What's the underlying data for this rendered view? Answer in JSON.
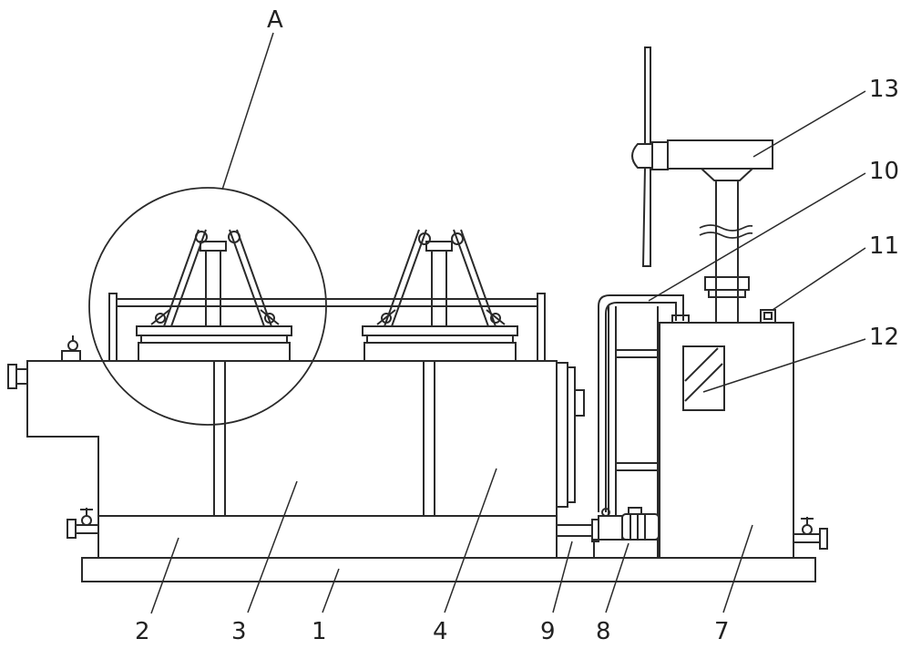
{
  "diagram": {
    "stroke_color": "#2a2a2a",
    "glass_fill": "#d9d9d9",
    "labels": {
      "detail_A": "A",
      "label_1": "1",
      "label_2": "2",
      "label_3": "3",
      "label_4": "4",
      "label_7": "7",
      "label_8": "8",
      "label_9": "9",
      "label_10": "10",
      "label_11": "11",
      "label_12": "12",
      "label_13": "13"
    }
  }
}
